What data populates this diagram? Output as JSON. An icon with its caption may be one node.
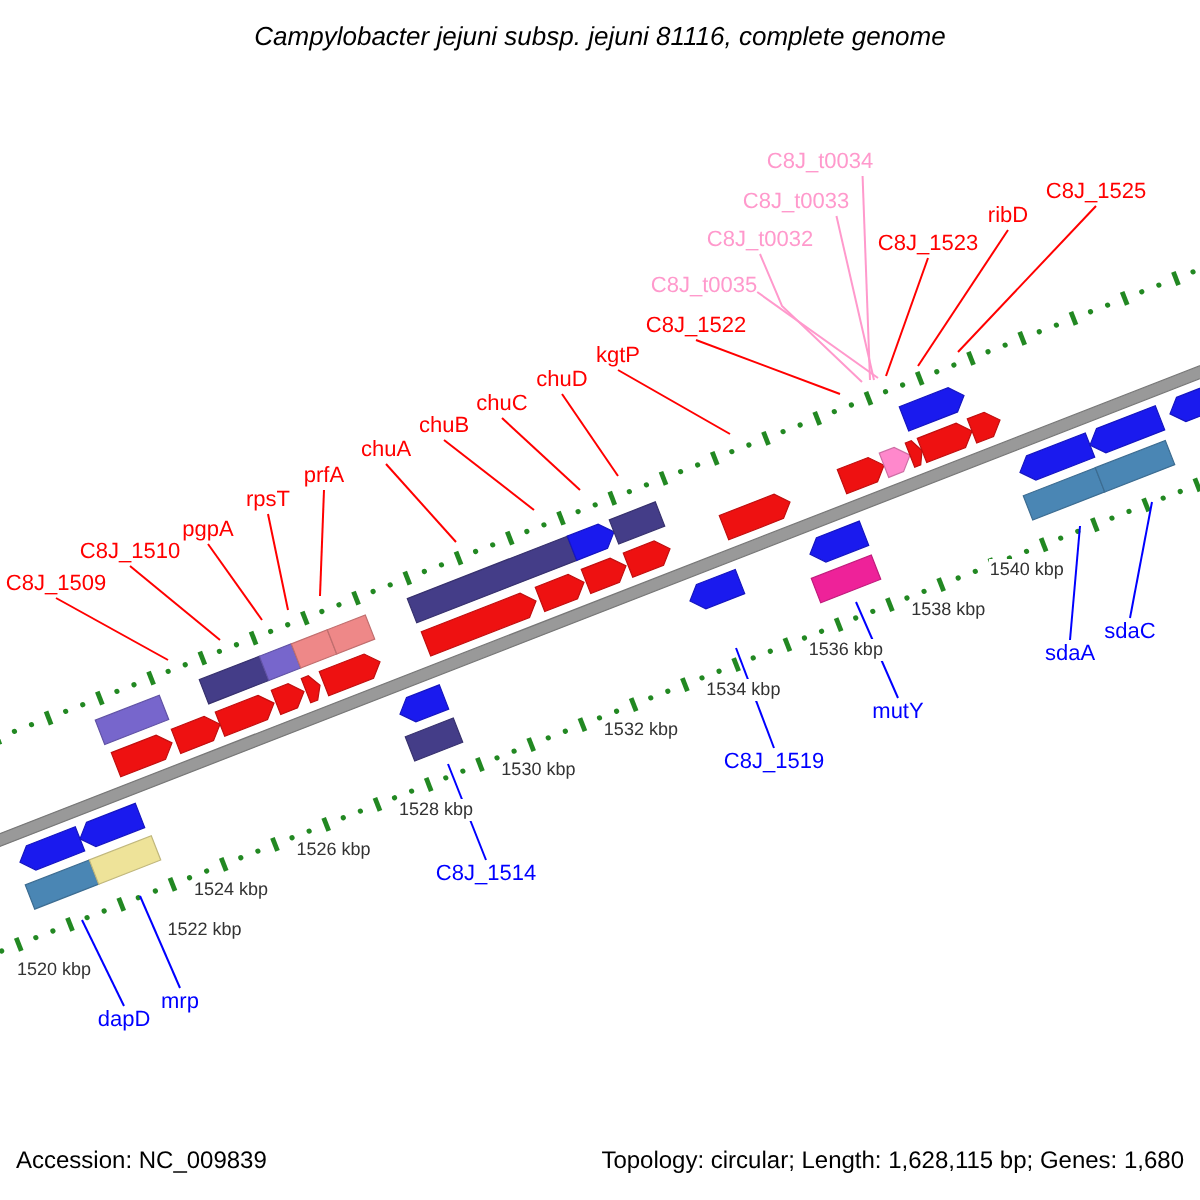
{
  "diagram": {
    "title": "Campylobacter jejuni subsp. jejuni 81116, complete genome",
    "nodes": [
      {
        "text": [
          "C8J_1509"
        ]
      },
      {
        "text": [
          "C8J_1510"
        ]
      },
      {
        "text": [
          "pgpA"
        ]
      },
      {
        "text": [
          "rpsT"
        ]
      },
      {
        "text": [
          "prfA"
        ]
      },
      {
        "text": [
          "chuA"
        ]
      },
      {
        "text": [
          "chuB"
        ]
      },
      {
        "text": [
          "chuC"
        ]
      },
      {
        "text": [
          "chuD"
        ]
      },
      {
        "text": [
          "kgtP"
        ]
      },
      {
        "text": [
          "C8J_1522"
        ]
      },
      {
        "text": [
          "C8J_t0032"
        ]
      },
      {
        "text": [
          "C8J_t0034"
        ]
      },
      {
        "text": [
          "C8J_t0033"
        ]
      },
      {
        "text": [
          "C8J_t0035"
        ]
      },
      {
        "text": [
          "C8J_1523"
        ]
      },
      {
        "text": [
          "ribD"
        ]
      },
      {
        "text": [
          "C8J_1525"
        ]
      },
      {
        "text": [
          "dapD"
        ]
      },
      {
        "text": [
          "mrp"
        ]
      },
      {
        "text": [
          "C8J_1514"
        ]
      },
      {
        "text": [
          "C8J_1519"
        ]
      },
      {
        "text": [
          "mutY"
        ]
      },
      {
        "text": [
          "sdaA"
        ]
      },
      {
        "text": [
          "sdaC"
        ]
      }
    ],
    "edges": [
      {
        "from": 0,
        "to": null,
        "arrow": "none"
      },
      {
        "from": 1,
        "to": null,
        "arrow": "none"
      },
      {
        "from": 2,
        "to": null,
        "arrow": "none"
      },
      {
        "from": 3,
        "to": null,
        "arrow": "none"
      },
      {
        "from": 4,
        "to": null,
        "arrow": "none"
      },
      {
        "from": 5,
        "to": null,
        "arrow": "none"
      },
      {
        "from": 6,
        "to": null,
        "arrow": "none"
      },
      {
        "from": 7,
        "to": null,
        "arrow": "none"
      },
      {
        "from": 8,
        "to": null,
        "arrow": "none"
      },
      {
        "from": 9,
        "to": null,
        "arrow": "none"
      },
      {
        "from": 10,
        "to": null,
        "arrow": "none"
      },
      {
        "from": 11,
        "to": null,
        "arrow": "none",
        "color": "#ff99cc"
      },
      {
        "from": 12,
        "to": null,
        "arrow": "none",
        "color": "#ff99cc"
      },
      {
        "from": 13,
        "to": null,
        "arrow": "none",
        "color": "#ff99cc"
      },
      {
        "from": 14,
        "to": null,
        "arrow": "none",
        "color": "#ff99cc"
      },
      {
        "from": 15,
        "to": null,
        "arrow": "none"
      },
      {
        "from": 16,
        "to": null,
        "arrow": "none"
      },
      {
        "from": 17,
        "to": null,
        "arrow": "none"
      },
      {
        "from": 18,
        "to": null,
        "arrow": "none",
        "color": "#0000ff"
      },
      {
        "from": 19,
        "to": null,
        "arrow": "none",
        "color": "#0000ff"
      },
      {
        "from": 20,
        "to": null,
        "arrow": "none",
        "color": "#0000ff"
      },
      {
        "from": 21,
        "to": null,
        "arrow": "none",
        "color": "#0000ff"
      },
      {
        "from": 22,
        "to": null,
        "arrow": "none",
        "color": "#0000ff"
      },
      {
        "from": 23,
        "to": null,
        "arrow": "none",
        "color": "#0000ff"
      },
      {
        "from": 24,
        "to": null,
        "arrow": "none",
        "color": "#0000ff"
      }
    ],
    "labels": [
      "1520 kbp",
      "1522 kbp",
      "1524 kbp",
      "1526 kbp",
      "1528 kbp",
      "1530 kbp",
      "1532 kbp",
      "1534 kbp",
      "1536 kbp",
      "1538 kbp",
      "1540 kbp",
      "Accession: NC_009839",
      "Topology: circular; Length: 1,628,115 bp; Genes: 1,680"
    ]
  }
}
